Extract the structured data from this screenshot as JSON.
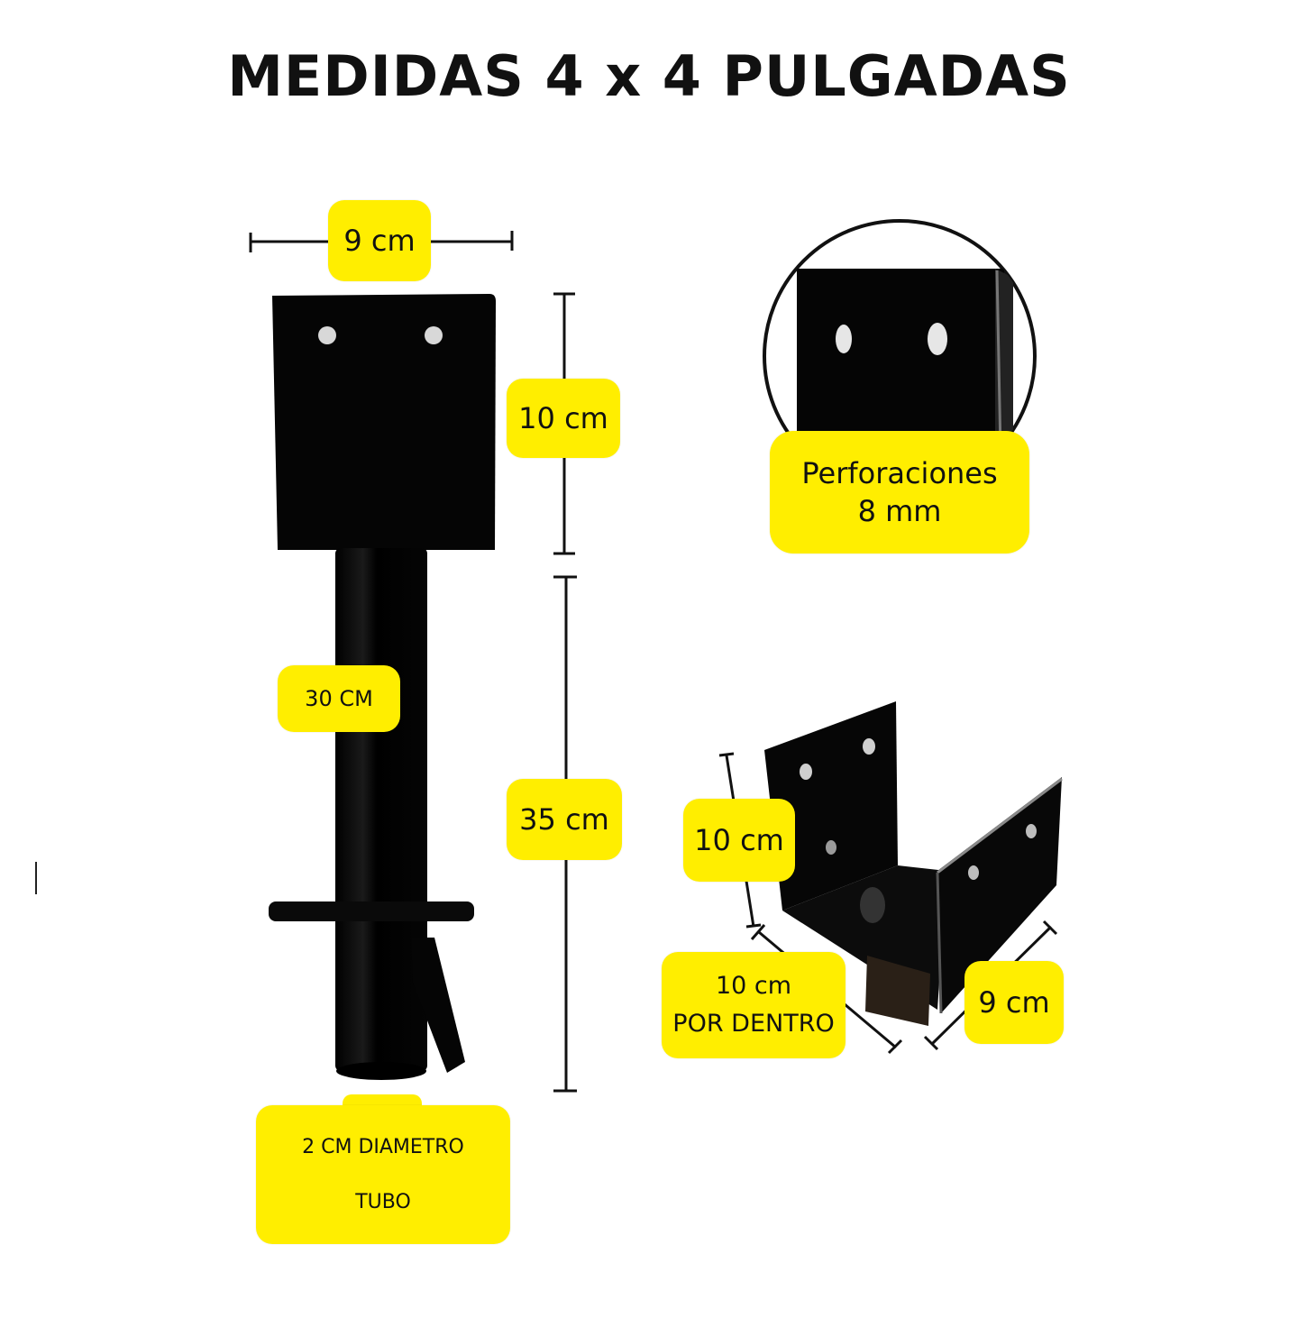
{
  "title": "MEDIDAS 4 x 4 PULGADAS",
  "labels": {
    "width_top": "9 cm",
    "plate_height": "10 cm",
    "tube_30": "30 CM",
    "tube_35": "35 cm",
    "tube_diameter_line1": "2 CM DIAMETRO",
    "tube_diameter_line2": "TUBO",
    "holes_line1": "Perforaciones",
    "holes_line2": "8 mm",
    "bracket_height": "10 cm",
    "bracket_inside_line1": "10 cm",
    "bracket_inside_line2": "POR DENTRO",
    "bracket_width": "9 cm"
  },
  "colors": {
    "highlight": "#ffee00",
    "metal": "#050505"
  }
}
